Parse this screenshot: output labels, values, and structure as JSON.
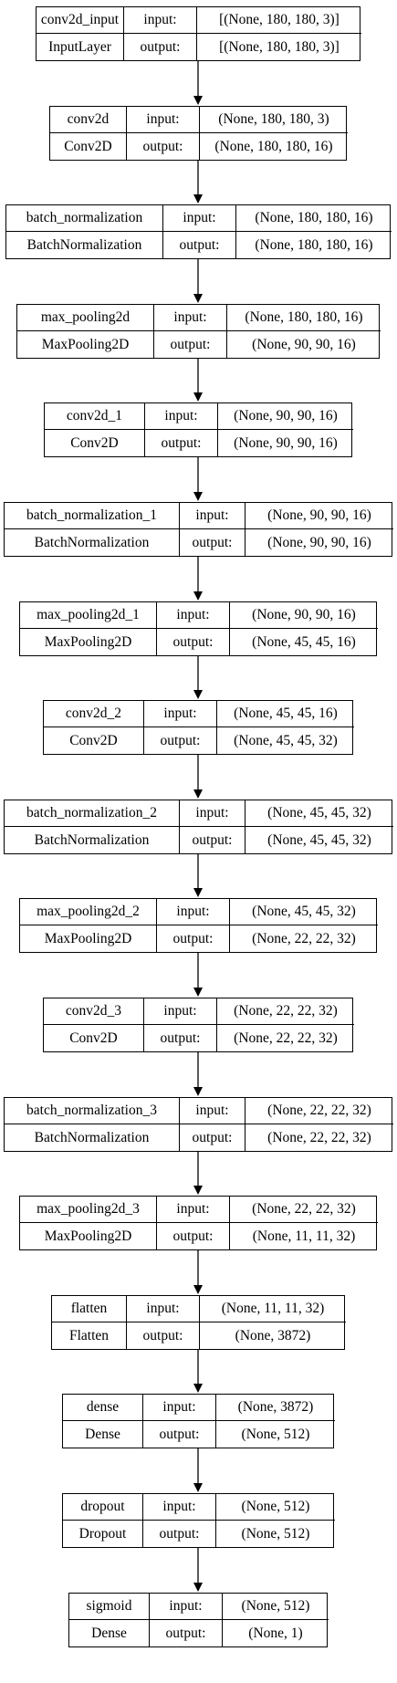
{
  "labels": {
    "input": "input:",
    "output": "output:"
  },
  "layers": [
    {
      "name": "conv2d_input",
      "class": "InputLayer",
      "input": "[(None, 180, 180, 3)]",
      "output": "[(None, 180, 180, 3)]"
    },
    {
      "name": "conv2d",
      "class": "Conv2D",
      "input": "(None, 180, 180, 3)",
      "output": "(None, 180, 180, 16)"
    },
    {
      "name": "batch_normalization",
      "class": "BatchNormalization",
      "input": "(None, 180, 180, 16)",
      "output": "(None, 180, 180, 16)"
    },
    {
      "name": "max_pooling2d",
      "class": "MaxPooling2D",
      "input": "(None, 180, 180, 16)",
      "output": "(None, 90, 90, 16)"
    },
    {
      "name": "conv2d_1",
      "class": "Conv2D",
      "input": "(None, 90, 90, 16)",
      "output": "(None, 90, 90, 16)"
    },
    {
      "name": "batch_normalization_1",
      "class": "BatchNormalization",
      "input": "(None, 90, 90, 16)",
      "output": "(None, 90, 90, 16)"
    },
    {
      "name": "max_pooling2d_1",
      "class": "MaxPooling2D",
      "input": "(None, 90, 90, 16)",
      "output": "(None, 45, 45, 16)"
    },
    {
      "name": "conv2d_2",
      "class": "Conv2D",
      "input": "(None, 45, 45, 16)",
      "output": "(None, 45, 45, 32)"
    },
    {
      "name": "batch_normalization_2",
      "class": "BatchNormalization",
      "input": "(None, 45, 45, 32)",
      "output": "(None, 45, 45, 32)"
    },
    {
      "name": "max_pooling2d_2",
      "class": "MaxPooling2D",
      "input": "(None, 45, 45, 32)",
      "output": "(None, 22, 22, 32)"
    },
    {
      "name": "conv2d_3",
      "class": "Conv2D",
      "input": "(None, 22, 22, 32)",
      "output": "(None, 22, 22, 32)"
    },
    {
      "name": "batch_normalization_3",
      "class": "BatchNormalization",
      "input": "(None, 22, 22, 32)",
      "output": "(None, 22, 22, 32)"
    },
    {
      "name": "max_pooling2d_3",
      "class": "MaxPooling2D",
      "input": "(None, 22, 22, 32)",
      "output": "(None, 11, 11, 32)"
    },
    {
      "name": "flatten",
      "class": "Flatten",
      "input": "(None, 11, 11, 32)",
      "output": "(None, 3872)"
    },
    {
      "name": "dense",
      "class": "Dense",
      "input": "(None, 3872)",
      "output": "(None, 512)"
    },
    {
      "name": "dropout",
      "class": "Dropout",
      "input": "(None, 512)",
      "output": "(None, 512)"
    },
    {
      "name": "sigmoid",
      "class": "Dense",
      "input": "(None, 512)",
      "output": "(None, 1)"
    }
  ]
}
